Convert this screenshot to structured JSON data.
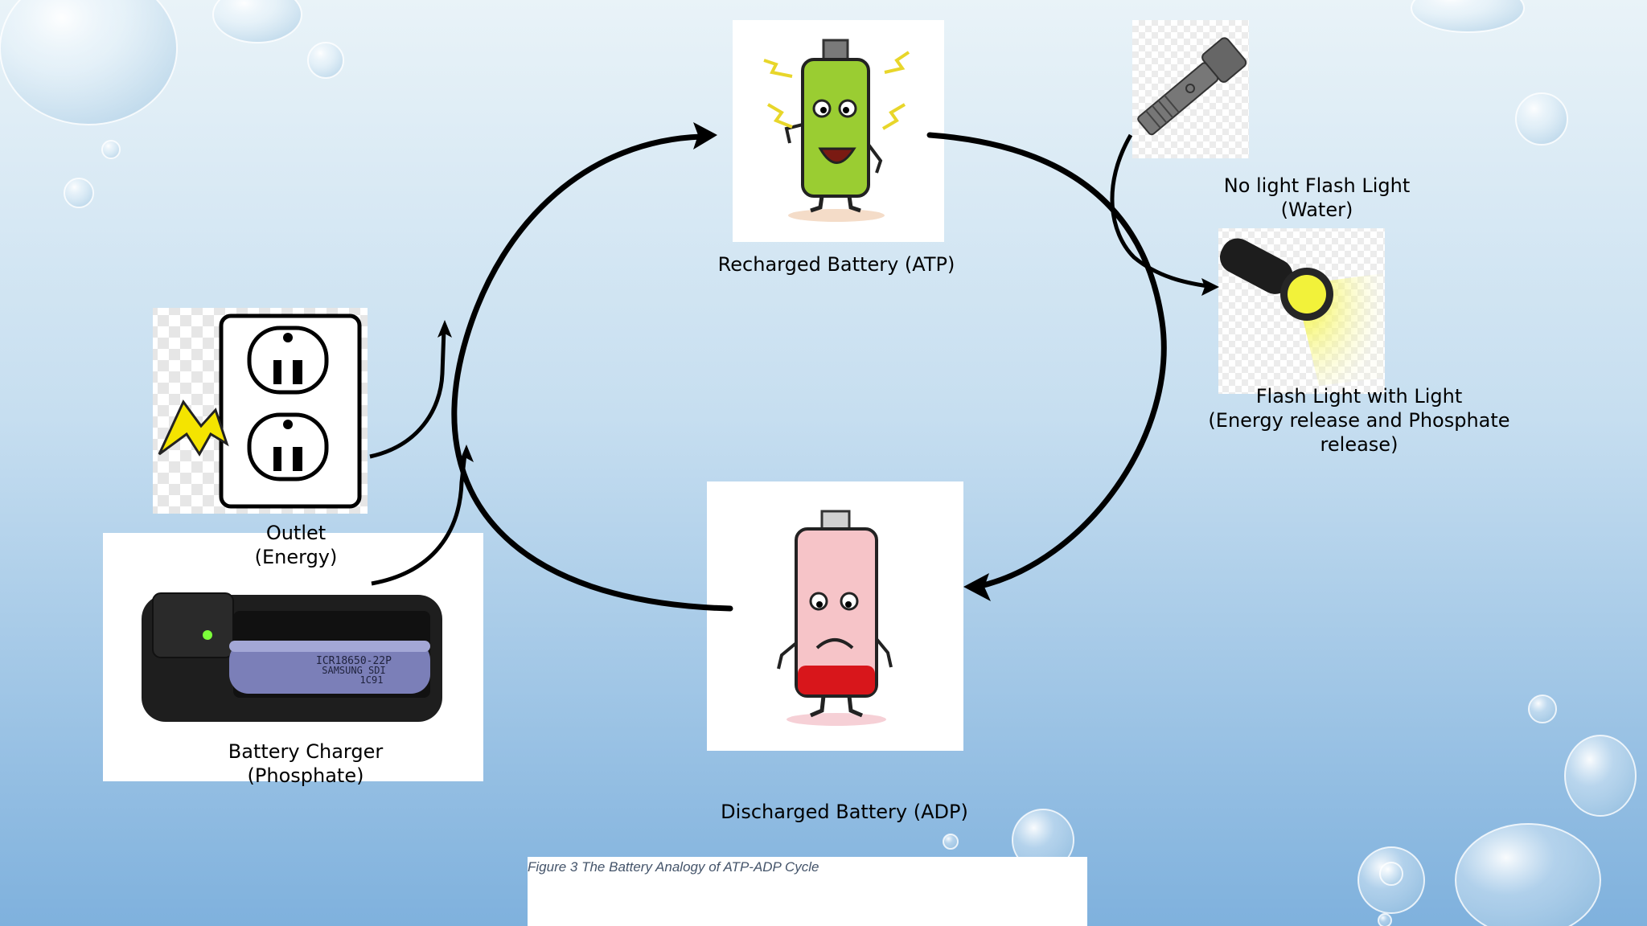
{
  "labels": {
    "recharged": "Recharged Battery (ATP)",
    "no_light_line1": "No light Flash Light",
    "no_light_line2": "(Water)",
    "flash_light_line1": "Flash Light with Light",
    "flash_light_line2": "(Energy release and Phosphate",
    "flash_light_line3": "release)",
    "outlet_line1": "Outlet",
    "outlet_line2": "(Energy)",
    "charger_line1": "Battery Charger",
    "charger_line2": "(Phosphate)",
    "discharged": "Discharged Battery (ADP)"
  },
  "battery_text": {
    "line1": "ICR18650-22P",
    "line2": "SAMSUNG  SDI",
    "line3": "1C91"
  },
  "caption": "Figure 3 The Battery Analogy of ATP-ADP Cycle",
  "colors": {
    "bg_top": "#e9f3f8",
    "bg_bottom": "#7fb1dd",
    "battery_full": "#9acd32",
    "battery_empty": "#f6c4c8",
    "battery_low": "#d8161b",
    "flash_light_beam": "#f2f23a",
    "bolt": "#f4e400"
  }
}
